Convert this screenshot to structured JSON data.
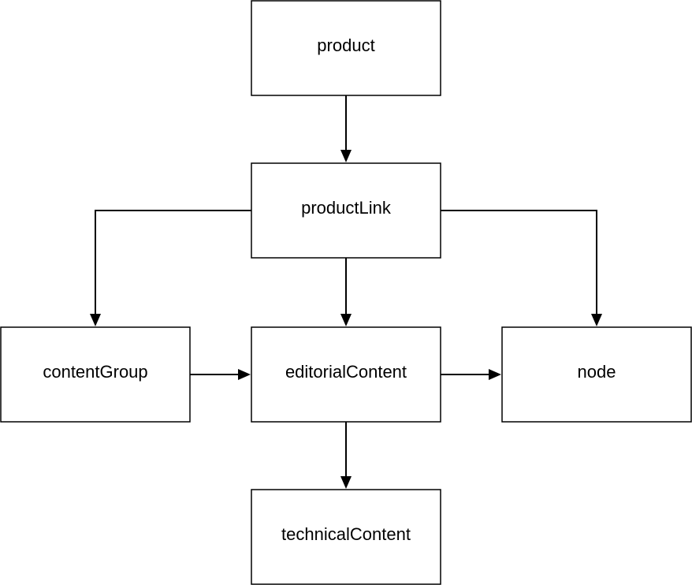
{
  "diagram": {
    "nodes": {
      "product": {
        "label": "product"
      },
      "productLink": {
        "label": "productLink"
      },
      "contentGroup": {
        "label": "contentGroup"
      },
      "editorialContent": {
        "label": "editorialContent"
      },
      "node": {
        "label": "node"
      },
      "technicalContent": {
        "label": "technicalContent"
      }
    },
    "edges": [
      {
        "from": "product",
        "to": "productLink"
      },
      {
        "from": "productLink",
        "to": "contentGroup"
      },
      {
        "from": "productLink",
        "to": "editorialContent"
      },
      {
        "from": "productLink",
        "to": "node"
      },
      {
        "from": "contentGroup",
        "to": "editorialContent"
      },
      {
        "from": "editorialContent",
        "to": "node"
      },
      {
        "from": "editorialContent",
        "to": "technicalContent"
      }
    ],
    "colors": {
      "stroke": "#000000",
      "fill": "#ffffff",
      "text": "#000000"
    }
  }
}
